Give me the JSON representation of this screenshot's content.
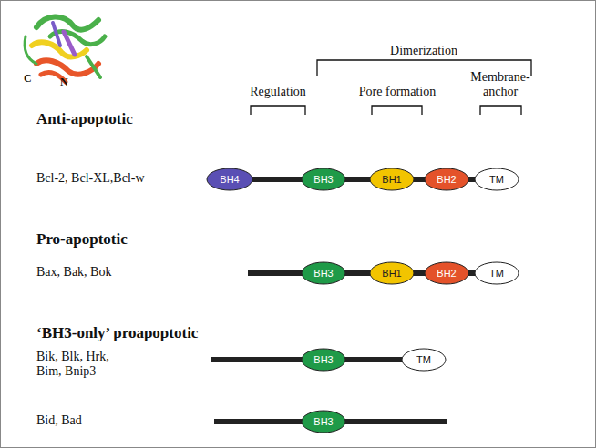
{
  "diagram": {
    "nodes": [
      {
        "text": [
          "BH4"
        ]
      },
      {
        "text": [
          "BH3"
        ]
      },
      {
        "text": [
          "BH1"
        ]
      },
      {
        "text": [
          "BH2"
        ]
      },
      {
        "text": [
          "TM"
        ]
      },
      {
        "text": [
          "BH3"
        ]
      },
      {
        "text": [
          "BH1"
        ]
      },
      {
        "text": [
          "BH2"
        ]
      },
      {
        "text": [
          "TM"
        ]
      },
      {
        "text": [
          "BH3"
        ]
      },
      {
        "text": [
          "TM"
        ]
      },
      {
        "text": [
          "BH3"
        ]
      }
    ],
    "labels": [
      "C",
      "N",
      "Dimerization",
      "Regulation",
      "Pore formation",
      "Membrane- anchor",
      "Anti-apoptotic",
      "Bcl-2, Bcl-XL,Bcl-w",
      "Pro-apoptotic",
      "Bax, Bak, Bok",
      "‘BH3-only’ proapoptotic",
      "Bik, Blk, Hrk, Bim, Bnip3",
      "Bid, Bad"
    ]
  }
}
